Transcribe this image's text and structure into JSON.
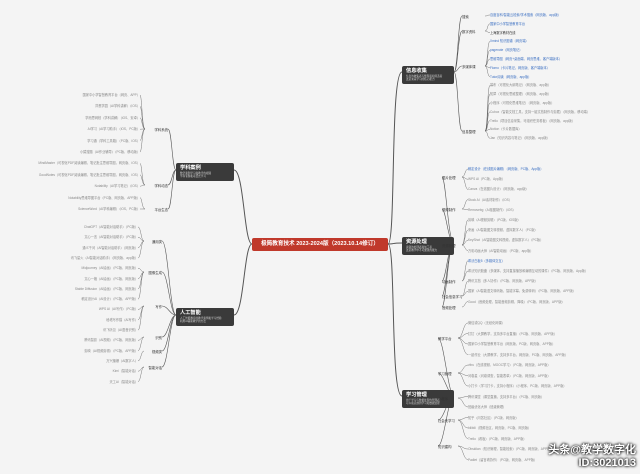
{
  "center": "极简教育技术 2023-2024版（2023.10.14修订）",
  "right_branches": [
    {
      "title": "信息收集",
      "desc": [
        "信息的收集者与整理者和筛选者",
        "这是未来学习的核心能力"
      ]
    },
    {
      "title": "资源处理",
      "desc": [
        "资源的处理者和加工者",
        "这是教学中不可或缺的能力"
      ]
    },
    {
      "title": "学习管理",
      "desc": [
        "用于学习与数据处理的管理者",
        "可以和高效的学习和数据处理"
      ]
    }
  ],
  "left_branches": [
    {
      "title": "学科案例",
      "desc": [
        "数学案例学习和教学的视频",
        "学科专题和项目式学习"
      ]
    },
    {
      "title": "人工智能",
      "desc": [
        "人工智能教育的教学案例和学习经验",
        "利用AI辅助教学的方法"
      ]
    }
  ],
  "subcats": {
    "info": [
      "搜索",
      "数字资料",
      "多媒体课",
      "信息整理"
    ],
    "res": [
      "图片处理",
      "视频制作",
      "资源处理",
      "动画制作",
      "社会信息学习",
      "音频处理"
    ],
    "learn": [
      "教学平台",
      "学习管理",
      "小程序",
      "社会化学习",
      "知识建构"
    ],
    "case": [
      "学科系统",
      "学科动态",
      "平台生态"
    ],
    "ai": [
      "通用类",
      "图像生成",
      "写作",
      "识别",
      "视频类",
      "智能对话"
    ]
  },
  "info_items": [
    {
      "t": "百度百科/智能云检索/学术搜索（网页版、app版）",
      "c": "link"
    },
    {
      "t": "国家中小学智慧教育平台",
      "c": "link"
    },
    {
      "t": "上海数字教材在线",
      "c": "dark"
    },
    {
      "t": "Xmind 知识图谱（网页端）",
      "c": "link"
    },
    {
      "t": "pagenote（网页笔记）",
      "c": "link"
    },
    {
      "t": "思维导图（网页+桌面端、网页思维、客户端版本）",
      "c": "link"
    },
    {
      "t": "Flomo（卡片笔记，网页版、客户端版本）",
      "c": "link"
    },
    {
      "t": "Tutor阅读（网页版、app版）",
      "c": "link"
    },
    {
      "t": "幕布（可视化大纲笔记）（网页版、app版）",
      "c": "gray"
    },
    {
      "t": "知犀（可视化思维整理）（网页版、app版）",
      "c": "gray"
    },
    {
      "t": "小程序（可视化思维笔记）（网页版、app版）",
      "c": "gray"
    },
    {
      "t": "Cubox（智能文档工具，支持一键文档制作与剪藏）（网页版，移动端）",
      "c": "gray"
    },
    {
      "t": "Trello（项目信息采集，可组织任务看板）（网页版、app版）",
      "c": "gray"
    },
    {
      "t": "Notion（卡片数据库）",
      "c": "gray"
    },
    {
      "t": "Jan（知识内容与笔记）（网页版、app版）",
      "c": "gray"
    }
  ],
  "res_items": [
    {
      "t": "稿定设计（在线图片编辑）（网页版、PC版、App版）",
      "c": "link"
    },
    {
      "t": "WPS AI（PC版、App版）",
      "c": "gray"
    },
    {
      "t": "Canva（在线图片设计）（网页版、app版）",
      "c": "gray"
    },
    {
      "t": "Stock AI（AI素材制作）（iOS）",
      "c": "gray"
    },
    {
      "t": "Removebg（AI抠图制作）（iOS）",
      "c": "gray"
    },
    {
      "t": "剪映（AI视频剪辑）（PC版、iOS版）",
      "c": "gray"
    },
    {
      "t": "来画（AI智能图文转视频，虚拟数字人）（PC版）",
      "c": "gray"
    },
    {
      "t": "KeyShot（AI智能图文转视频，虚拟数字人）（PC版）",
      "c": "gray"
    },
    {
      "t": "万彩动画大师（AI智能动画）（PC版、app版）",
      "c": "gray"
    },
    {
      "t": "希沃白板5（多媒体交互）",
      "c": "link"
    },
    {
      "t": "希沃知识胶囊（多媒体，支持直接播放和编辑互动的课件）（PC版、网页版、App版）",
      "c": "gray"
    },
    {
      "t": "腾讯文档（多人协作）（PC版、网页版、APP版）",
      "c": "gray"
    },
    {
      "t": "国家（AI智能语文转码版，智能字幕，免费转码）（PC版、网页版、APP版）",
      "c": "gray"
    },
    {
      "t": "Good（音频处理，智能音频剪辑，降噪）（PC版、网页版、APP版）",
      "c": "gray"
    }
  ],
  "learn_items": [
    {
      "t": "微信或QQ（无纸化网课）",
      "c": "gray"
    },
    {
      "t": "钉钉（大屏教学，支持多平台直播）（PC版、网页版、APP版）",
      "c": "gray"
    },
    {
      "t": "国家中小学智慧教育平台（网页版，PC版、网页版、APP版）",
      "c": "gray"
    },
    {
      "t": "一起作业（大屏教学，支持多平台，网页版、PC版、网页版、APP版）",
      "c": "gray"
    },
    {
      "t": "vitru（在线视频、MOOC学习）（PC版、网页版、APP版）",
      "c": "gray"
    },
    {
      "t": "问卷星（问卷调查，智能表单）（PC版、网页版、APP版）",
      "c": "gray"
    },
    {
      "t": "小打卡（学习打卡，支持小程序）（小程序、PC版、网页版、APP版）",
      "c": "gray"
    },
    {
      "t": "腾讯课堂（课堂直播，支持多平台）（PC版、网页版）",
      "c": "gray"
    },
    {
      "t": "班级优化大师（班级管理）",
      "c": "gray"
    },
    {
      "t": "知乎（问答社区）（PC版、网页版）",
      "c": "gray"
    },
    {
      "t": "bilibili（视频社区，网页版、PC版、网页版）",
      "c": "gray"
    },
    {
      "t": "Trello（看板）（PC版、网页版、APP版）",
      "c": "gray"
    },
    {
      "t": "Obsidian（知识管理，智能检索）（PC版、网页版、APP版）",
      "c": "gray"
    },
    {
      "t": "Padlet（留言墙协作）（PC版、网页版、APP版）",
      "c": "gray"
    }
  ],
  "case_items": [
    {
      "t": "国家中小学智慧教育平台（网页、APP）",
      "c": "gray"
    },
    {
      "t": "洋葱学园（AI学科讲解）（iOS）",
      "c": "gray"
    },
    {
      "t": "学而思网校（学科讲解）（iOS、安卓）",
      "c": "gray"
    },
    {
      "t": "AI学习（AI学习助手）（iOS、PC版）",
      "c": "gray"
    },
    {
      "t": "学习通（学科工具箱）（PC版、iOS）",
      "c": "gray"
    },
    {
      "t": "小猿搜题（AI作业辅导）（PC版、移动版）",
      "c": "gray"
    },
    {
      "t": "MindMaster（可视化PDF阅读编辑，笔记批注思维导图，网页版、iOS）",
      "c": "gray"
    },
    {
      "t": "GoodNotes（可视化PDF阅读编辑，笔记批注思维导图，网页版、iOS）",
      "c": "gray"
    },
    {
      "t": "Notability（AI学习笔记）（iOS）",
      "c": "gray"
    },
    {
      "t": "Notability思维导图平台（PC版、网页版、APP版）",
      "c": "gray"
    },
    {
      "t": "ScienceWord（AI学科编辑）（iOS、PC版）",
      "c": "gray"
    }
  ],
  "ai_items": [
    {
      "t": "ChatGPT（AI智能对话助手）（PC版）",
      "c": "gray"
    },
    {
      "t": "文心一言（AI智能对话助手）（PC版）",
      "c": "gray"
    },
    {
      "t": "通义千问（AI智能对话助手）（网页版）",
      "c": "gray"
    },
    {
      "t": "讯飞星火（AI智能对话助手）（网页版、app版）",
      "c": "gray"
    },
    {
      "t": "Midjourney（AI绘画）（PC版、网页版）",
      "c": "gray"
    },
    {
      "t": "文心一格（AI绘画）（PC版、网页版）",
      "c": "gray"
    },
    {
      "t": "Stable Diffusion（AI绘画）（PC版、网页版）",
      "c": "gray"
    },
    {
      "t": "稿定设计AI（AI设计）（PC版、APP版）",
      "c": "gray"
    },
    {
      "t": "WPS AI（AI写作）（PC版）",
      "c": "gray"
    },
    {
      "t": "秘塔写作猫（AI写作）",
      "c": "gray"
    },
    {
      "t": "讯飞听见（AI语音识别）",
      "c": "gray"
    },
    {
      "t": "腾讯智影（AI视频）（PC版、网页版）",
      "c": "gray"
    },
    {
      "t": "剪映（AI视频剪辑）（PC版、APP版）",
      "c": "gray"
    },
    {
      "t": "万兴播爆（AI数字人）",
      "c": "gray"
    },
    {
      "t": "Kimi（智能对话）",
      "c": "gray"
    },
    {
      "t": "天工AI（智能对话）",
      "c": "gray"
    }
  ],
  "watermark": [
    "头条@教学数字化",
    "ID:3021013"
  ],
  "colors": {
    "center": "#c0392b",
    "branch": "#3a3a3a",
    "line": "#555555",
    "link": "#3b6fc2"
  }
}
